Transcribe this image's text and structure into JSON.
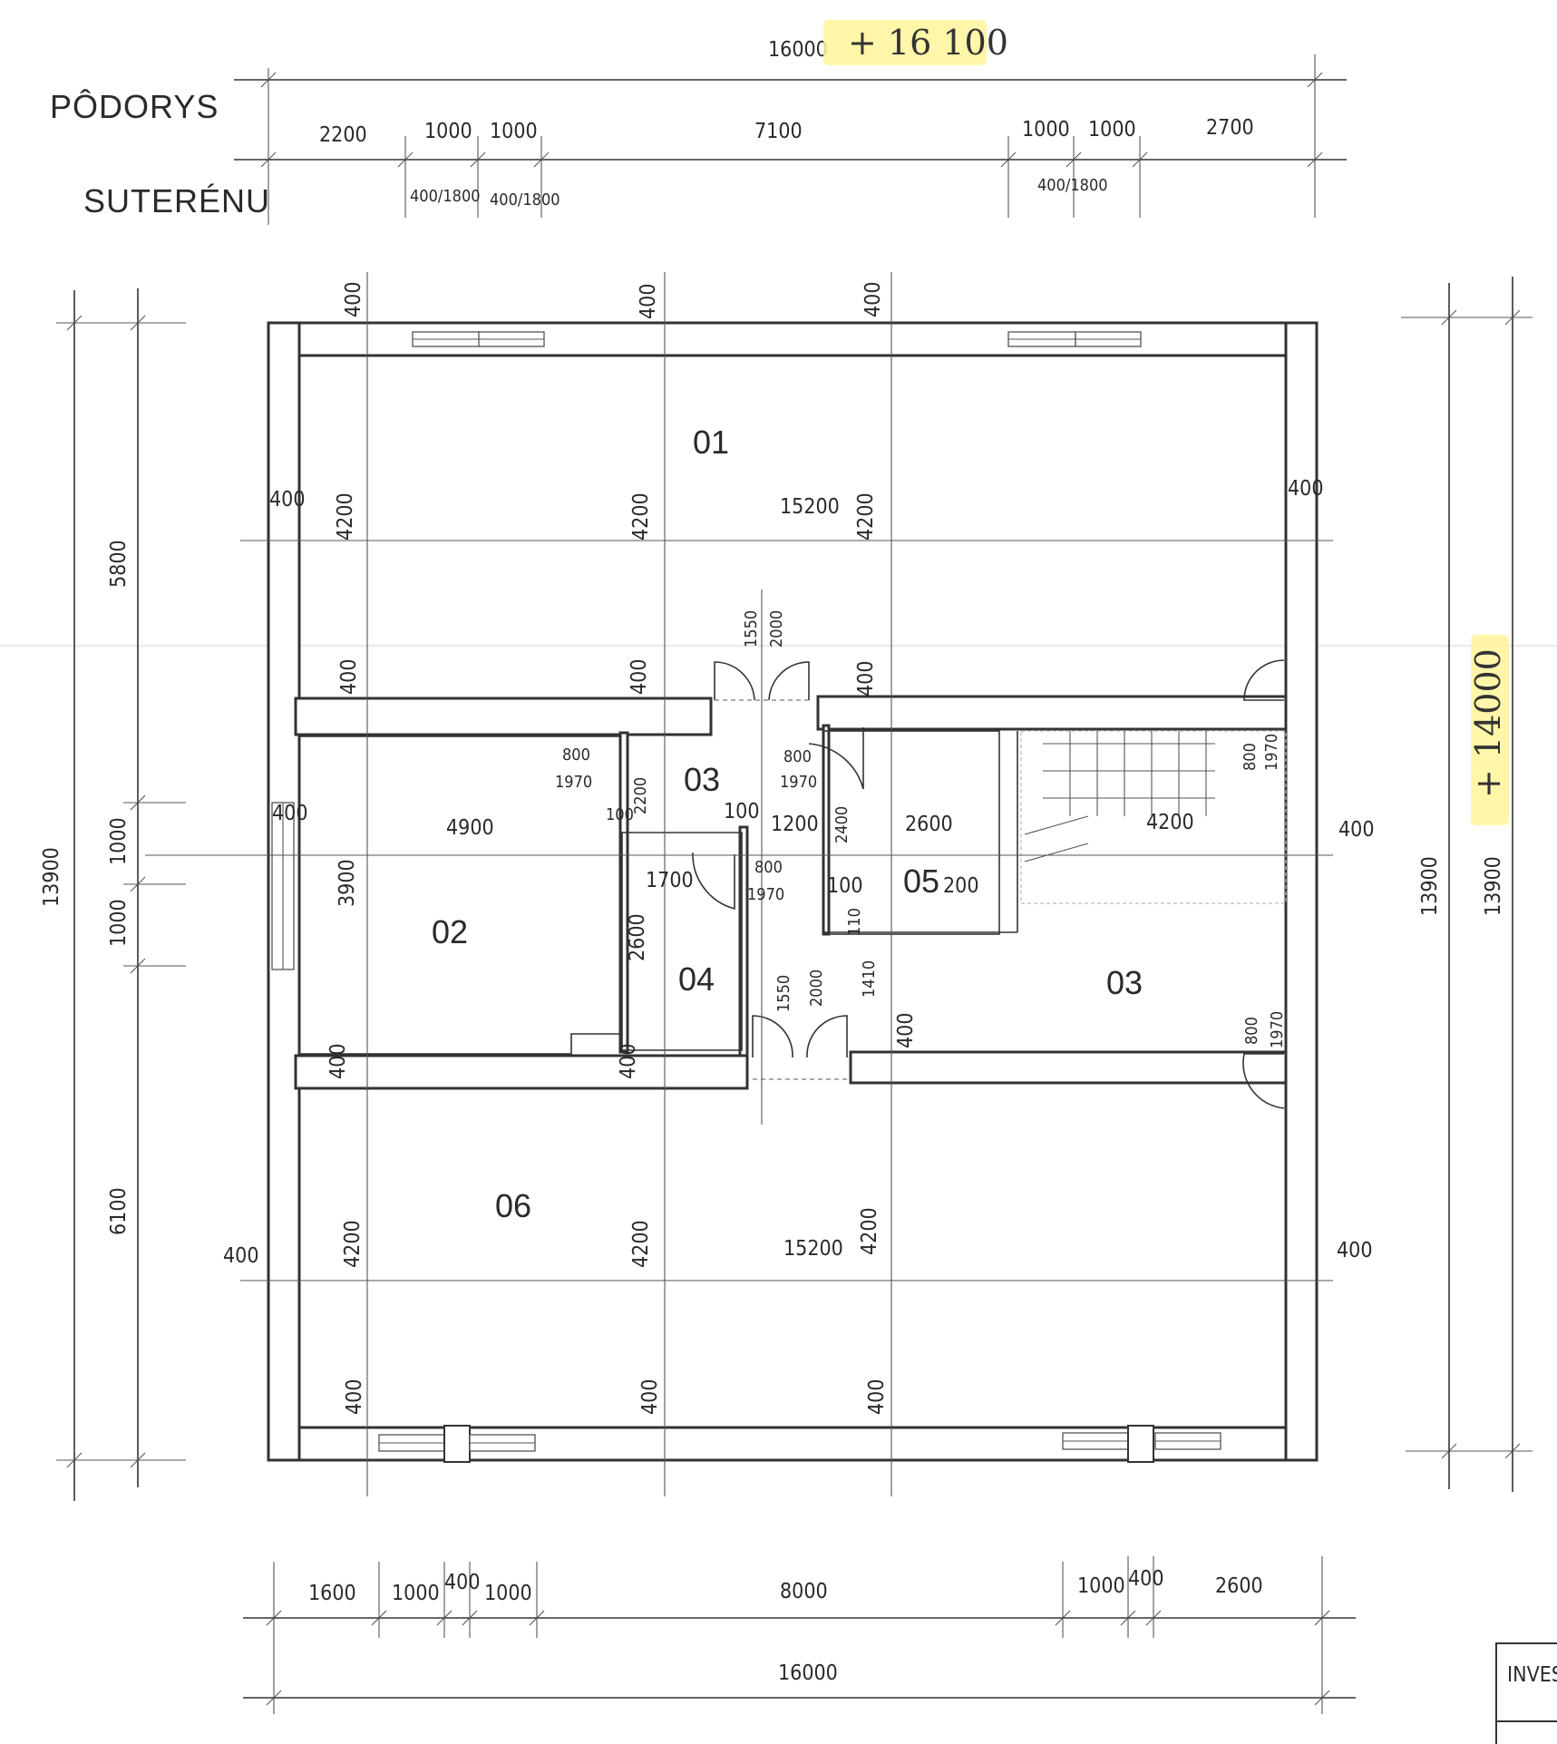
{
  "title": {
    "line1": "PÔDORYS",
    "line2": "SUTERÉNU"
  },
  "handwritten": {
    "top_total": "+ 16 100",
    "right_total": "+ 14000"
  },
  "rooms": [
    "01",
    "02",
    "03",
    "04",
    "05",
    "03",
    "06"
  ],
  "top_dimensions": {
    "overall": "16000",
    "segments": [
      "2200",
      "1000",
      "1000",
      "7100",
      "1000",
      "1000",
      "2700"
    ],
    "windows": [
      "400/1800",
      "400/1800",
      "400/1800"
    ]
  },
  "bottom_dimensions": {
    "overall": "16000",
    "segments": [
      "1600",
      "1000",
      "400",
      "1000",
      "8000",
      "1000",
      "400",
      "2600"
    ]
  },
  "left_dimensions": {
    "overall": "13900",
    "segments": [
      "5800",
      "1000",
      "1000",
      "6100"
    ]
  },
  "right_dimensions": {
    "overall_a": "13900",
    "overall_b": "13900"
  },
  "interior_dimensions": {
    "wall_400": "400",
    "span_15200": "15200",
    "height_4200": "4200",
    "d_4900": "4900",
    "d_3900": "3900",
    "d_2600": "2600",
    "d_1200": "1200",
    "d_100": "100",
    "d_1700": "1700",
    "d_2400": "2400",
    "d_200": "200",
    "d_1410": "1410",
    "d_110": "110",
    "d_2200": "2200",
    "door_800": "800",
    "door_1970": "1970",
    "door_1550": "1550",
    "door_2000": "2000"
  },
  "title_block": {
    "label": "INVES"
  }
}
